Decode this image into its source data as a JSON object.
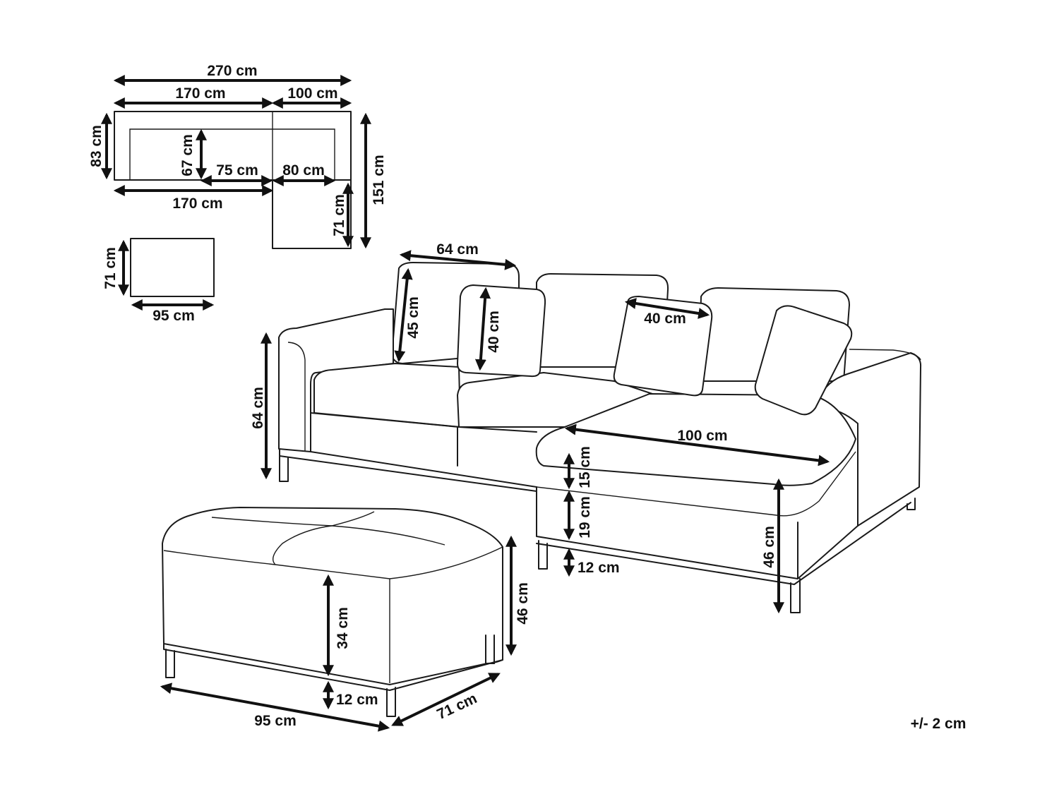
{
  "plan": {
    "total_width": "270 cm",
    "sofa_width": "170 cm",
    "chaise_width": "100 cm",
    "depth": "83 cm",
    "seat_depth": "67 cm",
    "seat_left": "75 cm",
    "seat_right": "80 cm",
    "bottom_width": "170 cm",
    "chaise_ext": "71 cm",
    "total_depth": "151 cm"
  },
  "ottoman_plan": {
    "depth": "71 cm",
    "width": "95 cm"
  },
  "sofa": {
    "cushion_width": "64 cm",
    "cushion_height": "45 cm",
    "pillow_height": "40 cm",
    "pillow_width": "40 cm",
    "back_height": "64 cm",
    "chaise_length": "100 cm",
    "seat_cushion": "15 cm",
    "base_height": "19 cm",
    "leg_height": "12 cm",
    "seat_height": "46 cm"
  },
  "ottoman": {
    "body_height": "34 cm",
    "leg_height": "12 cm",
    "total_height": "46 cm",
    "width": "95 cm",
    "depth": "71 cm"
  },
  "tolerance": "+/- 2 cm"
}
